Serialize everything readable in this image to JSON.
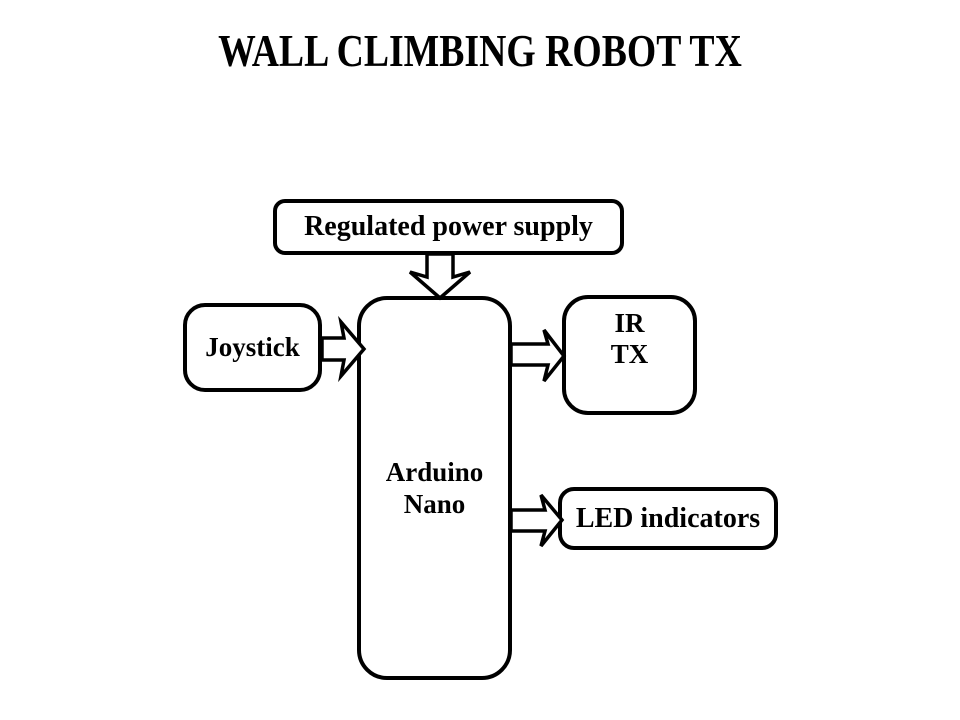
{
  "title": "WALL CLIMBING ROBOT TX",
  "colors": {
    "ink": "#000000",
    "background": "#ffffff"
  },
  "diagram": {
    "nodes": {
      "power": {
        "label": "Regulated power supply"
      },
      "joystick": {
        "label": "Joystick"
      },
      "arduino": {
        "label_line1": "Arduino",
        "label_line2": "Nano"
      },
      "ir_tx": {
        "label_line1": "IR",
        "label_line2": "TX"
      },
      "led": {
        "label": "LED indicators"
      }
    },
    "connections": [
      {
        "from": "Regulated power supply",
        "to": "Arduino Nano",
        "direction": "down",
        "style": "outlined-block-arrow"
      },
      {
        "from": "Joystick",
        "to": "Arduino Nano",
        "direction": "right",
        "style": "outlined-block-arrow"
      },
      {
        "from": "Arduino Nano",
        "to": "IR TX",
        "direction": "right",
        "style": "outlined-block-arrow"
      },
      {
        "from": "Arduino Nano",
        "to": "LED indicators",
        "direction": "right",
        "style": "outlined-block-arrow"
      }
    ]
  }
}
